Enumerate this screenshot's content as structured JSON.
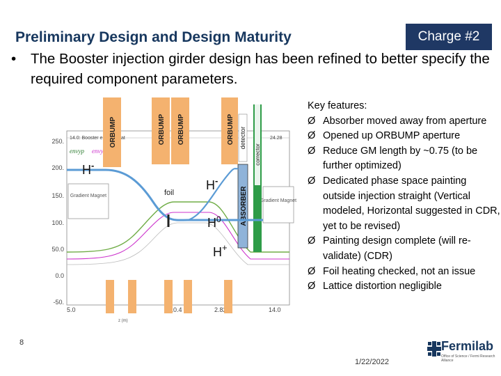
{
  "header": {
    "title": "Preliminary Design and Design Maturity",
    "charge": "Charge #2",
    "bullet_symbol": "•",
    "bullet_text": "The Booster injection girder design has been refined to better specify the required component parameters."
  },
  "diagram": {
    "y_ticks": [
      "250.",
      "200.",
      "150.",
      "100.",
      "50.0",
      "0.0",
      "-50."
    ],
    "x_ticks": [
      "5.0",
      "10.4",
      "2.82",
      "14.0"
    ],
    "plot_header_left": "14.0: Booster envelope at",
    "plot_header_right": "24.28",
    "legend_envyp": "envyp",
    "legend_envym": "envym",
    "x_unit": "z (m)",
    "labels": {
      "orbump_1": "ORBUMP",
      "orbump_2": "ORBUMP",
      "orbump_3": "ORBUMP",
      "orbump_4": "ORBUMP",
      "absorber": "ABSORBER",
      "detector": "detector",
      "corrector": "corrector",
      "foil": "foil",
      "gradient_magnet_left": "Gradient Magnet",
      "gradient_magnet_right": "Gradient Magnet",
      "h_minus_1_base": "H",
      "h_minus_1_sup": "-",
      "h_minus_2_base": "H",
      "h_minus_2_sup": "-",
      "h_zero_base": "H",
      "h_zero_sup": "0",
      "h_plus_base": "H",
      "h_plus_sup": "+"
    }
  },
  "features": {
    "heading": "Key features:",
    "arrow": "Ø",
    "items": [
      "Absorber moved away from aperture",
      "Opened up ORBUMP aperture",
      "Reduce GM length by ~0.75 (to be further optimized)",
      "Dedicated phase space painting outside injection straight (Vertical modeled, Horizontal suggested in CDR, yet to be revised)",
      "Painting design complete (will re-validate) (CDR)",
      "Foil heating checked, not an issue",
      "Lattice distortion negligible"
    ]
  },
  "footer": {
    "page_number": "8",
    "date": "1/22/2022",
    "logo_text": "Fermilab",
    "logo_sub": "Office of Science / Fermi Research Alliance"
  },
  "colors": {
    "title": "#17375e",
    "charge_bg": "#1f3864",
    "orbump_fill": "#f4b26f",
    "absorber_fill": "#8fb3d9",
    "corrector_fill": "#2e9c48",
    "beam_blue": "#5b9bd5",
    "envelope_green": "#70ad47",
    "envelope_magenta": "#cc33cc"
  }
}
